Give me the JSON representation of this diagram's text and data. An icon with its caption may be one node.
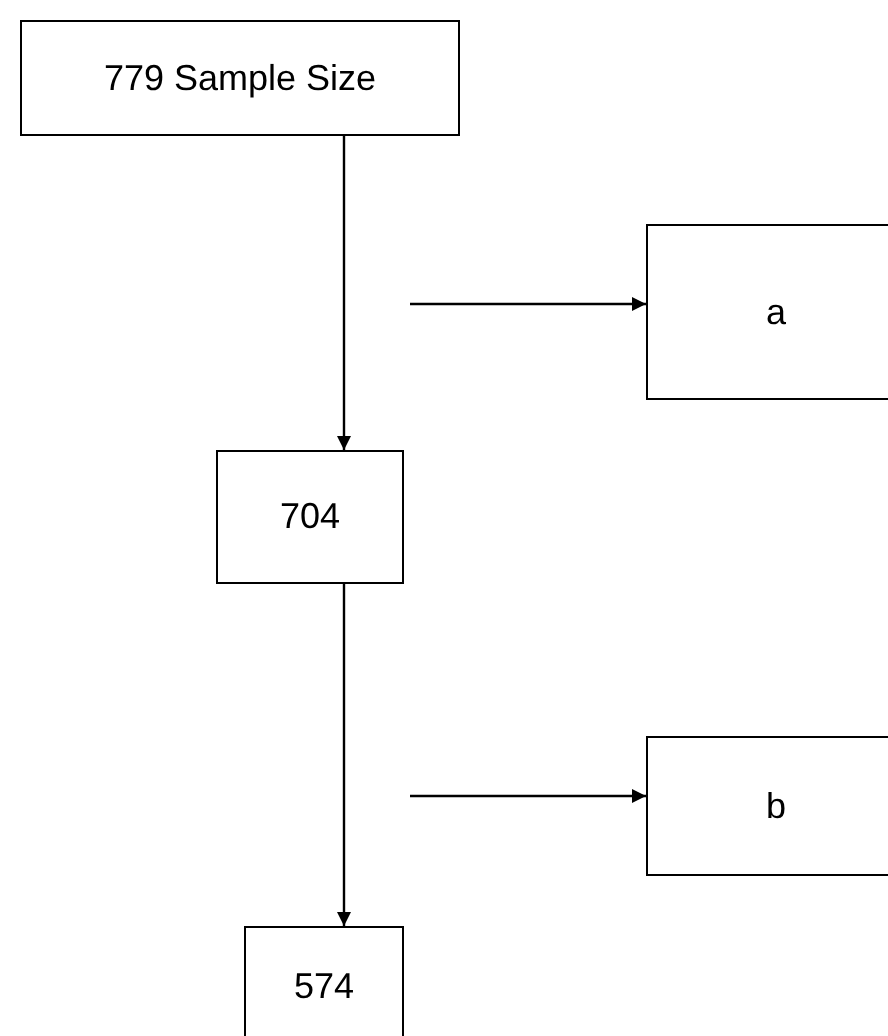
{
  "diagram": {
    "nodes": [
      {
        "text": [
          "779 Sample Size"
        ]
      },
      {
        "text": [
          "a"
        ]
      },
      {
        "text": [
          "704"
        ]
      },
      {
        "text": [
          "b"
        ]
      },
      {
        "text": [
          "574"
        ]
      }
    ],
    "edges": [
      {
        "from": 0,
        "to": 2,
        "arrow": "to"
      },
      {
        "from": null,
        "to": 1,
        "arrow": "to"
      },
      {
        "from": 2,
        "to": 4,
        "arrow": "to"
      },
      {
        "from": null,
        "to": 3,
        "arrow": "to"
      }
    ]
  }
}
